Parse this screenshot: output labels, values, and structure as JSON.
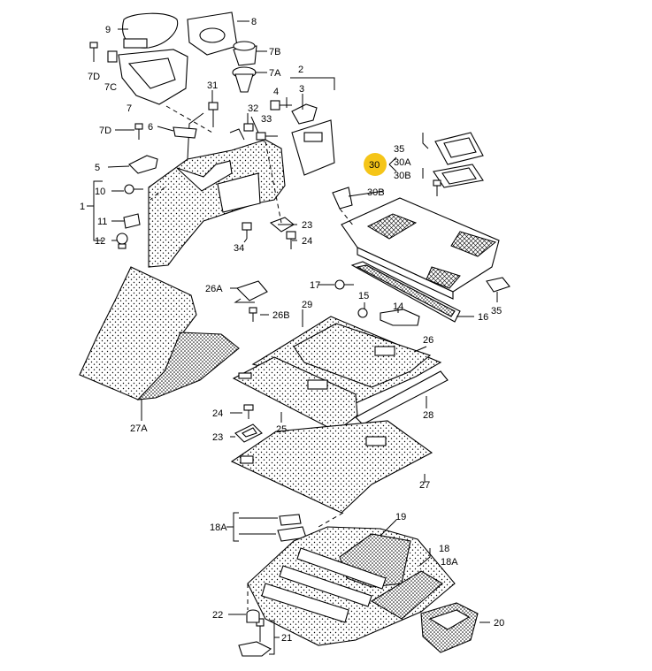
{
  "diagram": {
    "highlight_color": "#f5c518",
    "labels": {
      "p1": "1",
      "p2": "2",
      "p3": "3",
      "p4": "4",
      "p5": "5",
      "p6": "6",
      "p7": "7",
      "p7A": "7A",
      "p7B": "7B",
      "p7C": "7C",
      "p7D_a": "7D",
      "p7D_b": "7D",
      "p8": "8",
      "p9": "9",
      "p10": "10",
      "p11": "11",
      "p12": "12",
      "p14": "14",
      "p15": "15",
      "p16": "16",
      "p17": "17",
      "p18": "18",
      "p18A_a": "18A",
      "p18A_b": "18A",
      "p19": "19",
      "p20": "20",
      "p21": "21",
      "p22": "22",
      "p23_a": "23",
      "p23_b": "23",
      "p24_a": "24",
      "p24_b": "24",
      "p25": "25",
      "p26": "26",
      "p26A": "26A",
      "p26B": "26B",
      "p27": "27",
      "p27A": "27A",
      "p28": "28",
      "p29": "29",
      "p30": "30",
      "p30A": "30A",
      "p30B_a": "30B",
      "p30B_b": "30B",
      "p31": "31",
      "p32": "32",
      "p33": "33",
      "p34": "34",
      "p35_a": "35",
      "p35_b": "35"
    }
  }
}
